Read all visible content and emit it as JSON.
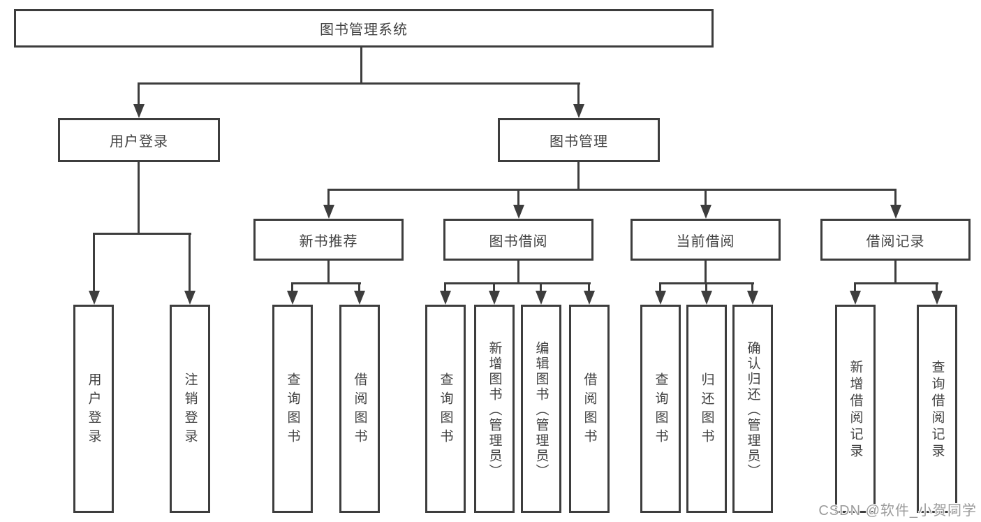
{
  "tree": {
    "root": "图书管理系统",
    "branches": [
      {
        "label": "用户登录",
        "children": [
          "用户登录",
          "注销登录"
        ]
      },
      {
        "label": "图书管理",
        "children": [
          {
            "label": "新书推荐",
            "children": [
              "查询图书",
              "借阅图书"
            ]
          },
          {
            "label": "图书借阅",
            "children": [
              "查询图书",
              "新增图书（管理员）",
              "编辑图书（管理员）",
              "借阅图书"
            ]
          },
          {
            "label": "当前借阅",
            "children": [
              "查询图书",
              "归还图书",
              "确认归还（管理员）"
            ]
          },
          {
            "label": "借阅记录",
            "children": [
              "新增借阅记录",
              "查询借阅记录"
            ]
          }
        ]
      }
    ]
  },
  "watermark": {
    "text": "CSDN @软件_小贺同学"
  },
  "colors": {
    "line": "#3d3d3d",
    "text": "#424242",
    "watermark": "#9b9b9b",
    "background": "#ffffff"
  }
}
